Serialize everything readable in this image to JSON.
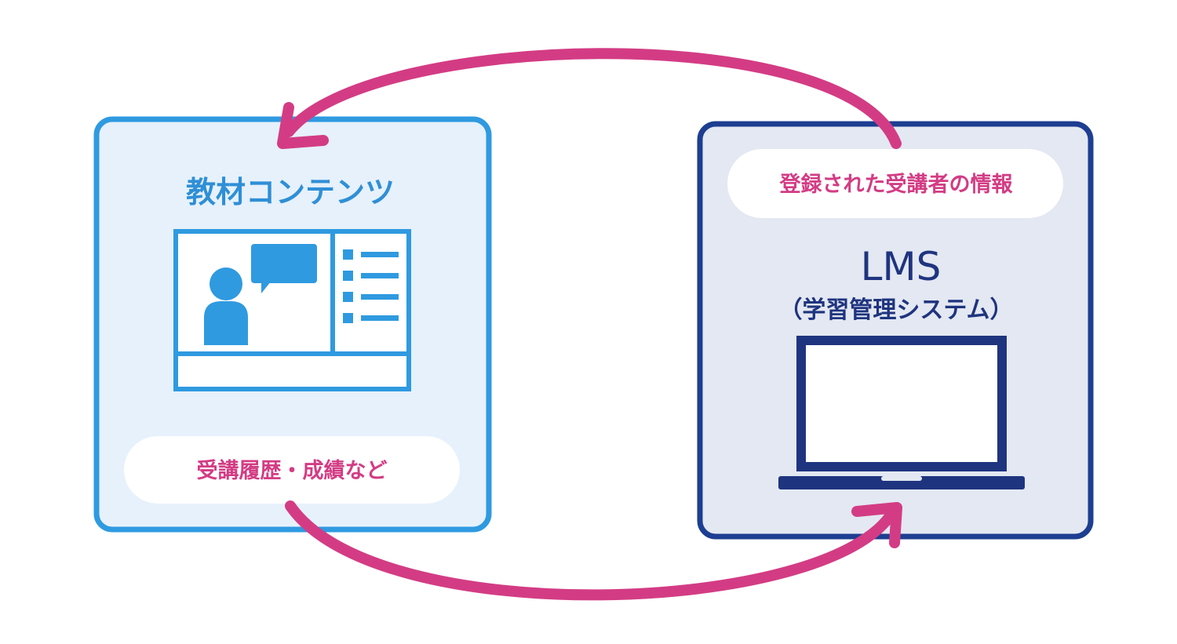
{
  "content_box": {
    "title": "教材コンテンツ",
    "pill_text": "受講履歴・成績など"
  },
  "lms_box": {
    "pill_text": "登録された受講者の情報",
    "title": "LMS",
    "subtitle": "（学習管理システム）"
  },
  "colors": {
    "content_border": "#2f9ae0",
    "content_fill": "#e6f1fb",
    "lms_border": "#1d3e91",
    "lms_fill": "#e3e8f2",
    "arrow": "#d33c84",
    "pill_text": "#d33c84",
    "lms_text": "#1f347f"
  },
  "icons": {
    "content": "video-lesson-icon",
    "lms": "laptop-icon"
  }
}
